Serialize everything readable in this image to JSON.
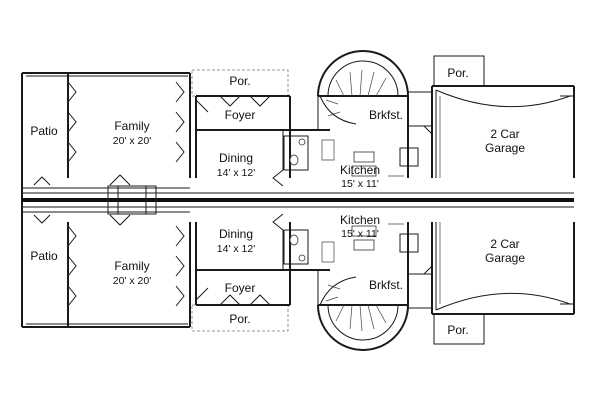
{
  "rooms": {
    "top": {
      "patio": {
        "name": "Patio"
      },
      "family": {
        "name": "Family",
        "dims": "20' x 20'"
      },
      "porch": {
        "name": "Por."
      },
      "foyer": {
        "name": "Foyer"
      },
      "dining": {
        "name": "Dining",
        "dims": "14' x 12'"
      },
      "kitchen": {
        "name": "Kitchen",
        "dims": "15' x 11'"
      },
      "breakfast": {
        "name": "Brkfst."
      },
      "garage_porch": {
        "name": "Por."
      },
      "garage": {
        "name": "2 Car",
        "name2": "Garage"
      }
    },
    "bottom": {
      "patio": {
        "name": "Patio"
      },
      "family": {
        "name": "Family",
        "dims": "20' x 20'"
      },
      "porch": {
        "name": "Por."
      },
      "foyer": {
        "name": "Foyer"
      },
      "dining": {
        "name": "Dining",
        "dims": "14' x 12'"
      },
      "kitchen": {
        "name": "Kitchen",
        "dims": "15' x 11'"
      },
      "breakfast": {
        "name": "Brkfst."
      },
      "garage_porch": {
        "name": "Por."
      },
      "garage": {
        "name": "2 Car",
        "name2": "Garage"
      }
    }
  },
  "colors": {
    "line": "#1a1a1a",
    "background": "#ffffff"
  }
}
